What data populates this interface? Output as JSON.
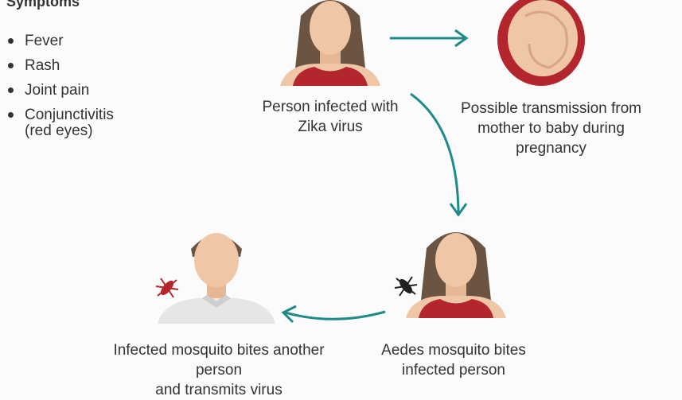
{
  "symptoms": {
    "title": "Symptoms",
    "items": [
      "Fever",
      "Rash",
      "Joint pain",
      "Conjunctivitis"
    ],
    "item_note": "(red eyes)"
  },
  "steps": {
    "infected_person": "Person infected with Zika virus",
    "transmission_baby": "Possible transmission from mother to baby during pregnancy",
    "aedes_bites": "Aedes mosquito bites infected person",
    "bites_another": "Infected mosquito bites another person",
    "bites_another_cut": "and transmits virus"
  },
  "colors": {
    "arrow": "#1f8a8a",
    "shirt": "#b3262e",
    "womb": "#b3262e",
    "skin": "#f0c7a6",
    "hair": "#6b5542"
  }
}
